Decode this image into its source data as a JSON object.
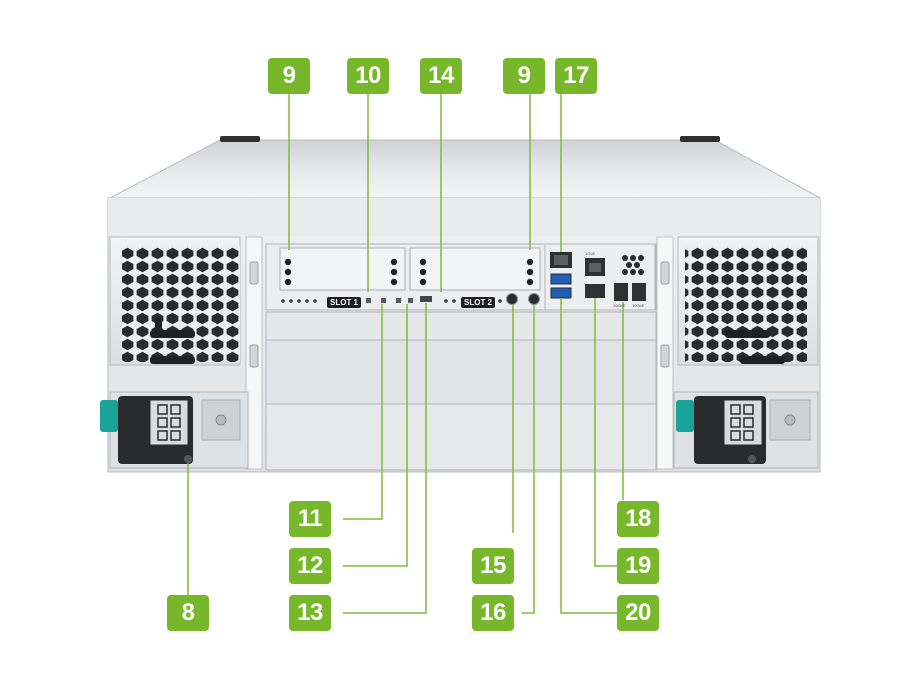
{
  "callouts": {
    "c9a": "9",
    "c10": "10",
    "c14": "14",
    "c9b": "9",
    "c17": "17",
    "c11": "11",
    "c12": "12",
    "c13": "13",
    "c15": "15",
    "c16": "16",
    "c8": "8",
    "c18": "18",
    "c19": "19",
    "c20": "20"
  },
  "slots": {
    "slot1": "SLOT 1",
    "slot2": "SLOT 2"
  },
  "ports": {
    "mgmt": "1GbE",
    "ten_a": "10GbE",
    "ten_b": "10GbE"
  },
  "colors": {
    "badge": "#76b82a",
    "leader": "#7dbb3a",
    "psu_latch": "#1aa39a"
  }
}
